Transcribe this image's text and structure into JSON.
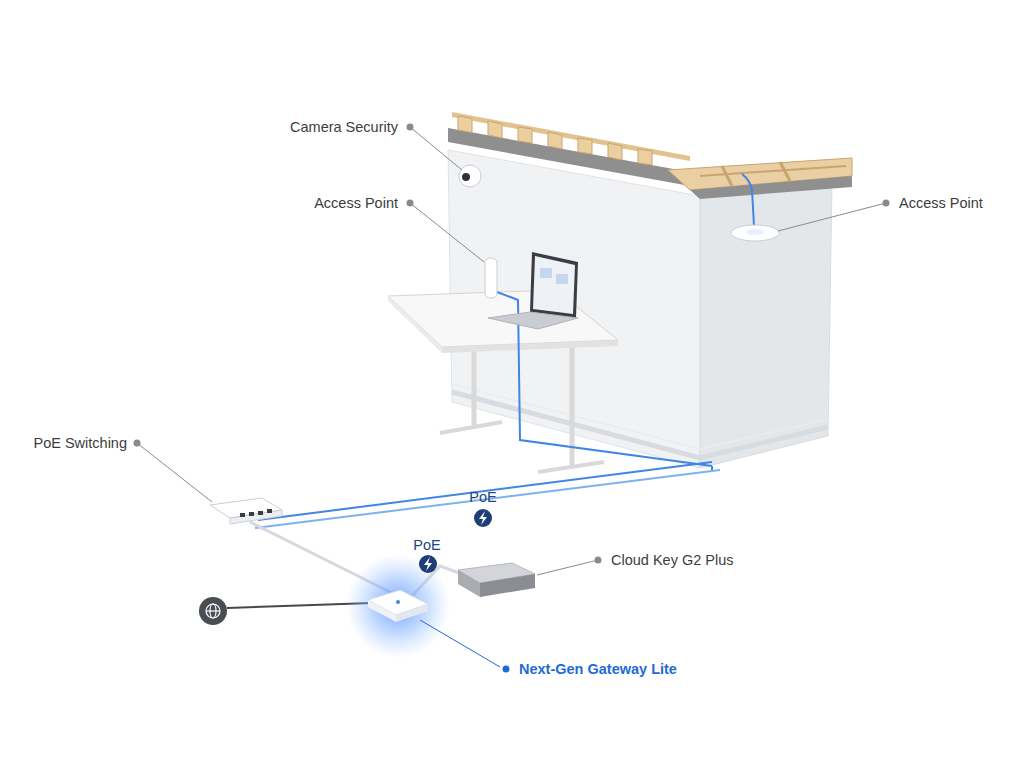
{
  "diagram": {
    "labels": [
      "Camera Security",
      "Access Point",
      "Access Point",
      "PoE Switching",
      "PoE",
      "PoE",
      "Cloud Key G2 Plus",
      "Next-Gen Gateway Lite"
    ]
  }
}
